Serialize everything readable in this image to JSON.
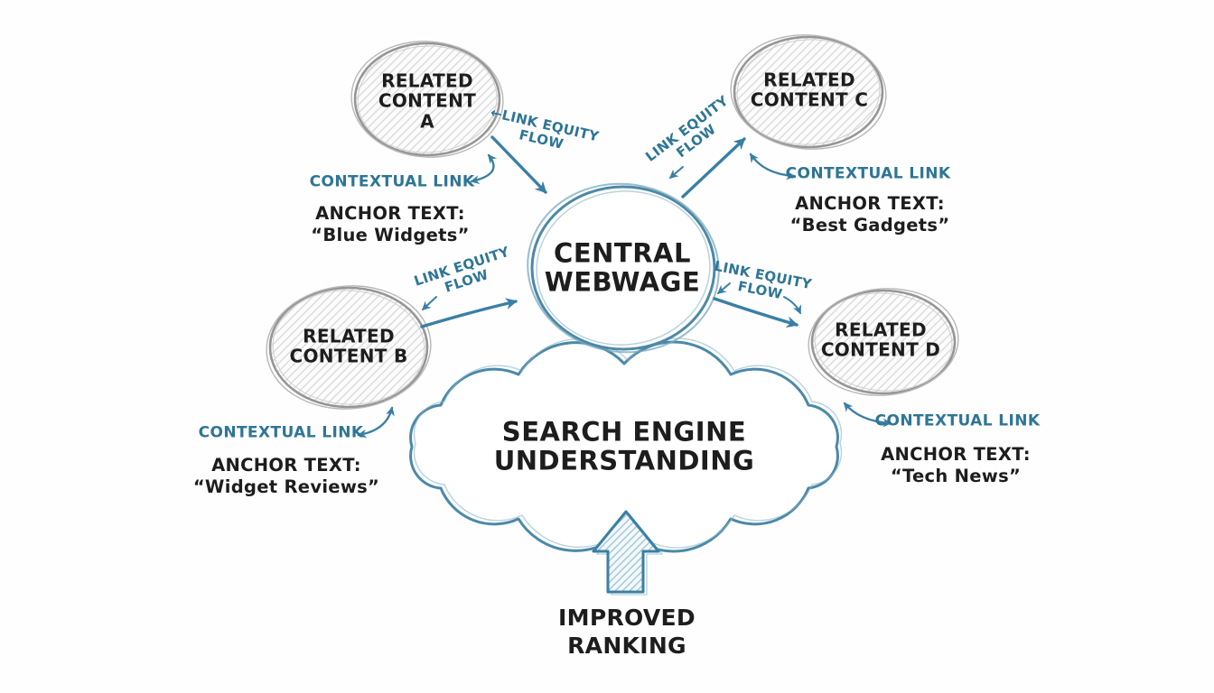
{
  "colors": {
    "teal_arrow": "#3a7fa4",
    "teal_text": "#2e7596",
    "ink": "#1d1d1d",
    "sketch_gray": "#969696"
  },
  "central": {
    "label": [
      "CENTRAL",
      "WEBWAGE"
    ]
  },
  "related": [
    {
      "label": [
        "RELATED",
        "CONTENT",
        "A"
      ],
      "flow": [
        "←LINK EQUITY",
        "FLOW"
      ],
      "contextual": "CONTEXTUAL LINK",
      "anchor": [
        "ANCHOR TEXT:",
        "“Blue Widgets”"
      ]
    },
    {
      "label": [
        "RELATED",
        "CONTENT B"
      ],
      "flow": [
        "LINK EQUITY",
        "FLOW"
      ],
      "contextual": "CONTEXTUAL LINK",
      "anchor": [
        "ANCHOR TEXT:",
        "“Widget Reviews”"
      ]
    },
    {
      "label": [
        "RELATED",
        "CONTENT C"
      ],
      "flow": [
        "LINK EQUITY",
        "FLOW"
      ],
      "contextual": "CONTEXTUAL LINK",
      "anchor": [
        "ANCHOR TEXT:",
        "“Best Gadgets”"
      ]
    },
    {
      "label": [
        "RELATED",
        "CONTENT D"
      ],
      "flow": [
        "LINK EQUITY",
        "FLOW"
      ],
      "contextual": "CONTEXTUAL LINK",
      "anchor": [
        "ANCHOR TEXT:",
        "“Tech News”"
      ]
    }
  ],
  "cloud": {
    "label": [
      "SEARCH ENGINE",
      "UNDERSTANDING"
    ]
  },
  "outcome": {
    "label": [
      "IMPROVED",
      "RANKING"
    ]
  }
}
